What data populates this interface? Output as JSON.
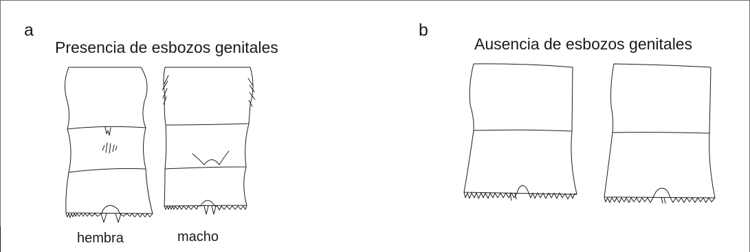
{
  "panel_a": {
    "letter": "a",
    "heading": "Presencia de esbozos genitales",
    "specimens": [
      {
        "caption": "hembra"
      },
      {
        "caption": "macho"
      }
    ]
  },
  "panel_b": {
    "letter": "b",
    "heading": "Ausencia de esbozos genitales",
    "specimens": [
      {
        "caption": ""
      },
      {
        "caption": ""
      }
    ]
  },
  "colors": {
    "line": "#1a1a1a",
    "frame": "#6e6e6e",
    "background": "#ffffff"
  }
}
